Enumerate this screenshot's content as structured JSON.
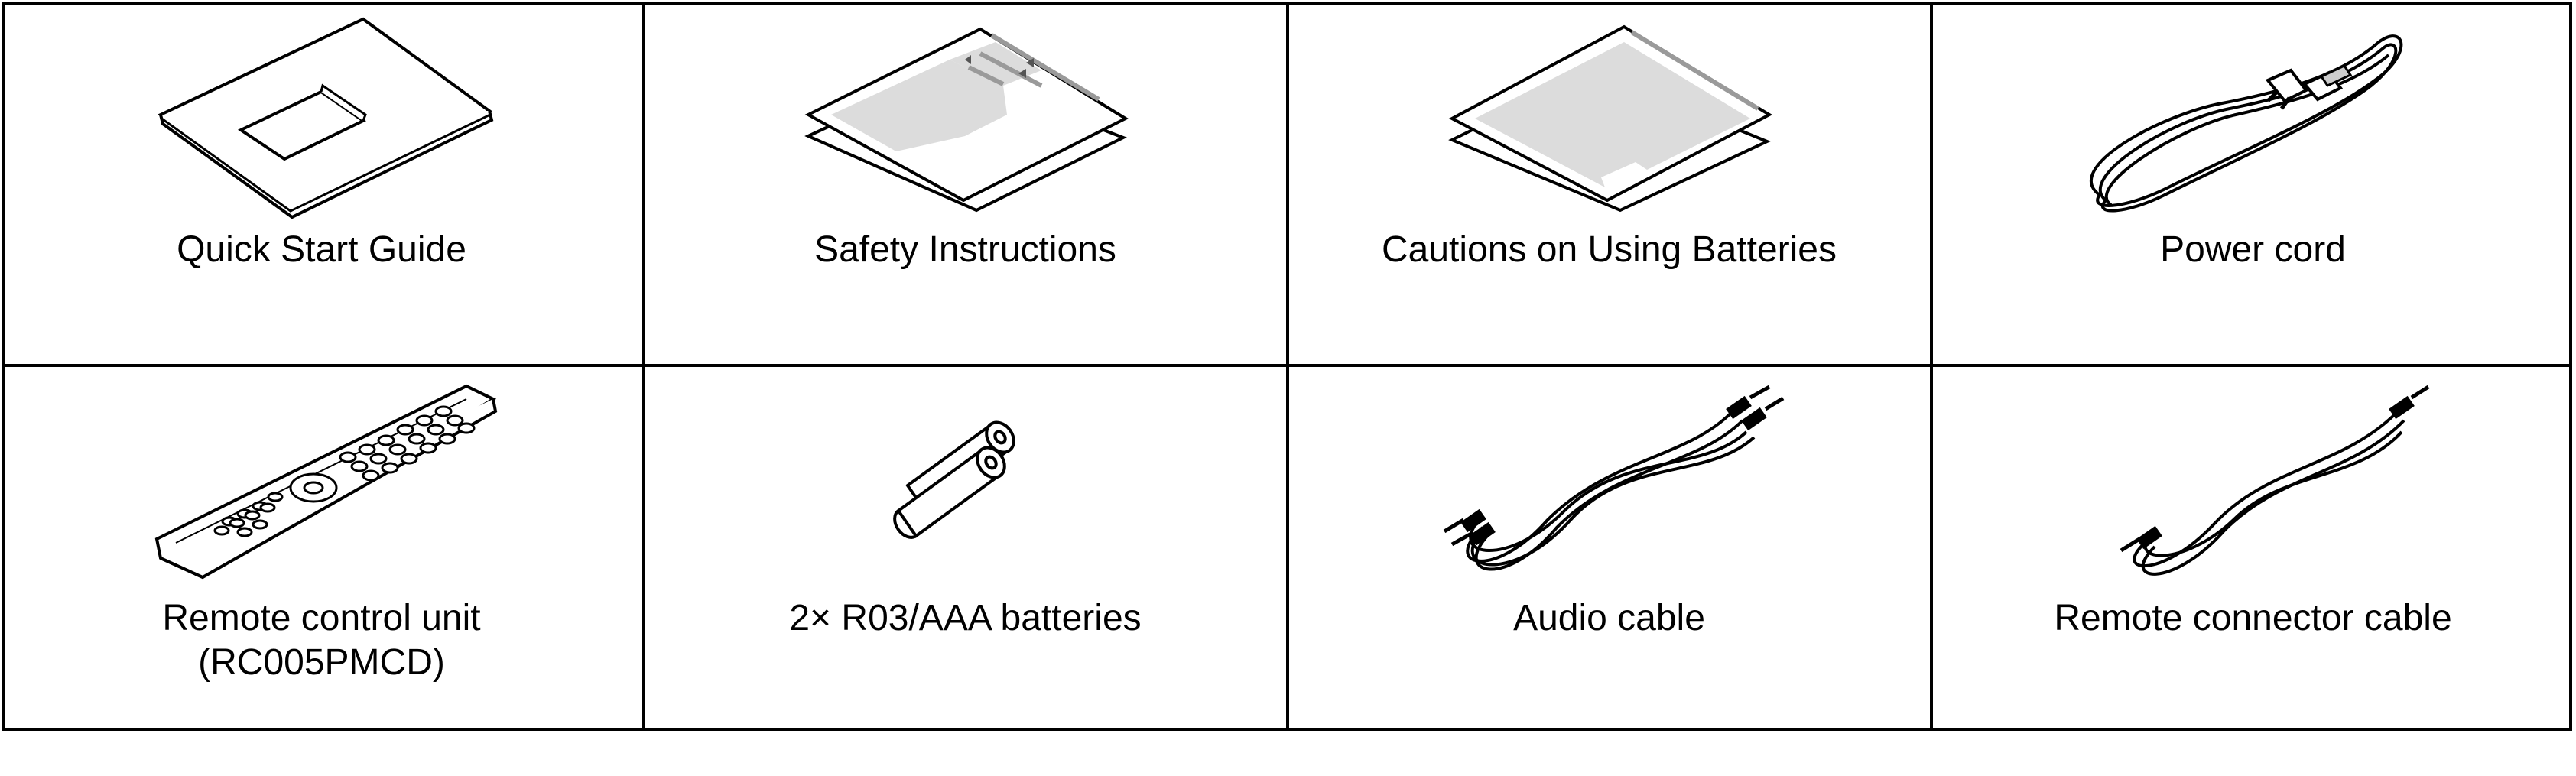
{
  "items": [
    {
      "label": "Quick Start Guide",
      "icon": "booklet-icon"
    },
    {
      "label": "Safety Instructions",
      "icon": "leaflet-icon"
    },
    {
      "label": "Cautions on Using Batteries",
      "icon": "leaflet-icon"
    },
    {
      "label": "Power cord",
      "icon": "power-cord-icon"
    },
    {
      "label": "Remote control unit",
      "label_line2": "(RC005PMCD)",
      "icon": "remote-control-icon"
    },
    {
      "label": "2× R03/AAA batteries",
      "icon": "batteries-icon"
    },
    {
      "label": "Audio cable",
      "icon": "audio-cable-icon"
    },
    {
      "label": "Remote connector cable",
      "icon": "connector-cable-icon"
    }
  ]
}
